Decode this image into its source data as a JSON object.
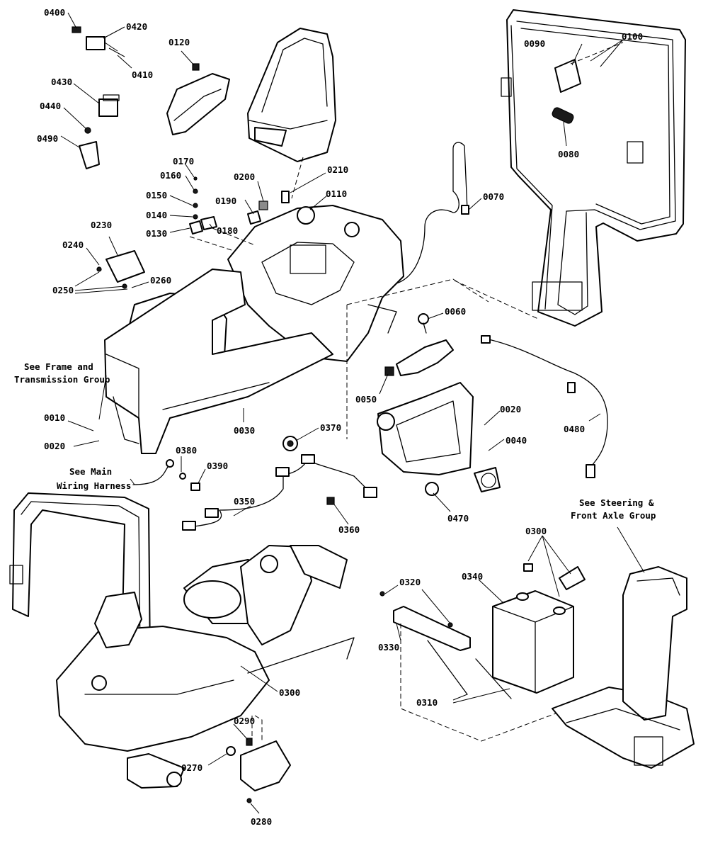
{
  "callouts": {
    "p0010": "0010",
    "p0020a": "0020",
    "p0020b": "0020",
    "p0030": "0030",
    "p0040": "0040",
    "p0050": "0050",
    "p0060": "0060",
    "p0070": "0070",
    "p0080": "0080",
    "p0090": "0090",
    "p0100": "0100",
    "p0110": "0110",
    "p0120": "0120",
    "p0130": "0130",
    "p0140": "0140",
    "p0150": "0150",
    "p0160": "0160",
    "p0170": "0170",
    "p0180": "0180",
    "p0190": "0190",
    "p0200": "0200",
    "p0210": "0210",
    "p0230": "0230",
    "p0240": "0240",
    "p0250": "0250",
    "p0260": "0260",
    "p0270": "0270",
    "p0280": "0280",
    "p0290": "0290",
    "p0300a": "0300",
    "p0300b": "0300",
    "p0310": "0310",
    "p0320": "0320",
    "p0330": "0330",
    "p0340": "0340",
    "p0350": "0350",
    "p0360": "0360",
    "p0370": "0370",
    "p0380": "0380",
    "p0390": "0390",
    "p0400": "0400",
    "p0410": "0410",
    "p0420": "0420",
    "p0430": "0430",
    "p0440": "0440",
    "p0470": "0470",
    "p0480": "0480",
    "p0490": "0490"
  },
  "notes": {
    "frame_line1": "See Frame and",
    "frame_line2": "Transmission Group",
    "wiring_line1": "See Main",
    "wiring_line2": "Wiring Harness",
    "steering_line1": "See Steering &",
    "steering_line2": "Front Axle Group"
  }
}
